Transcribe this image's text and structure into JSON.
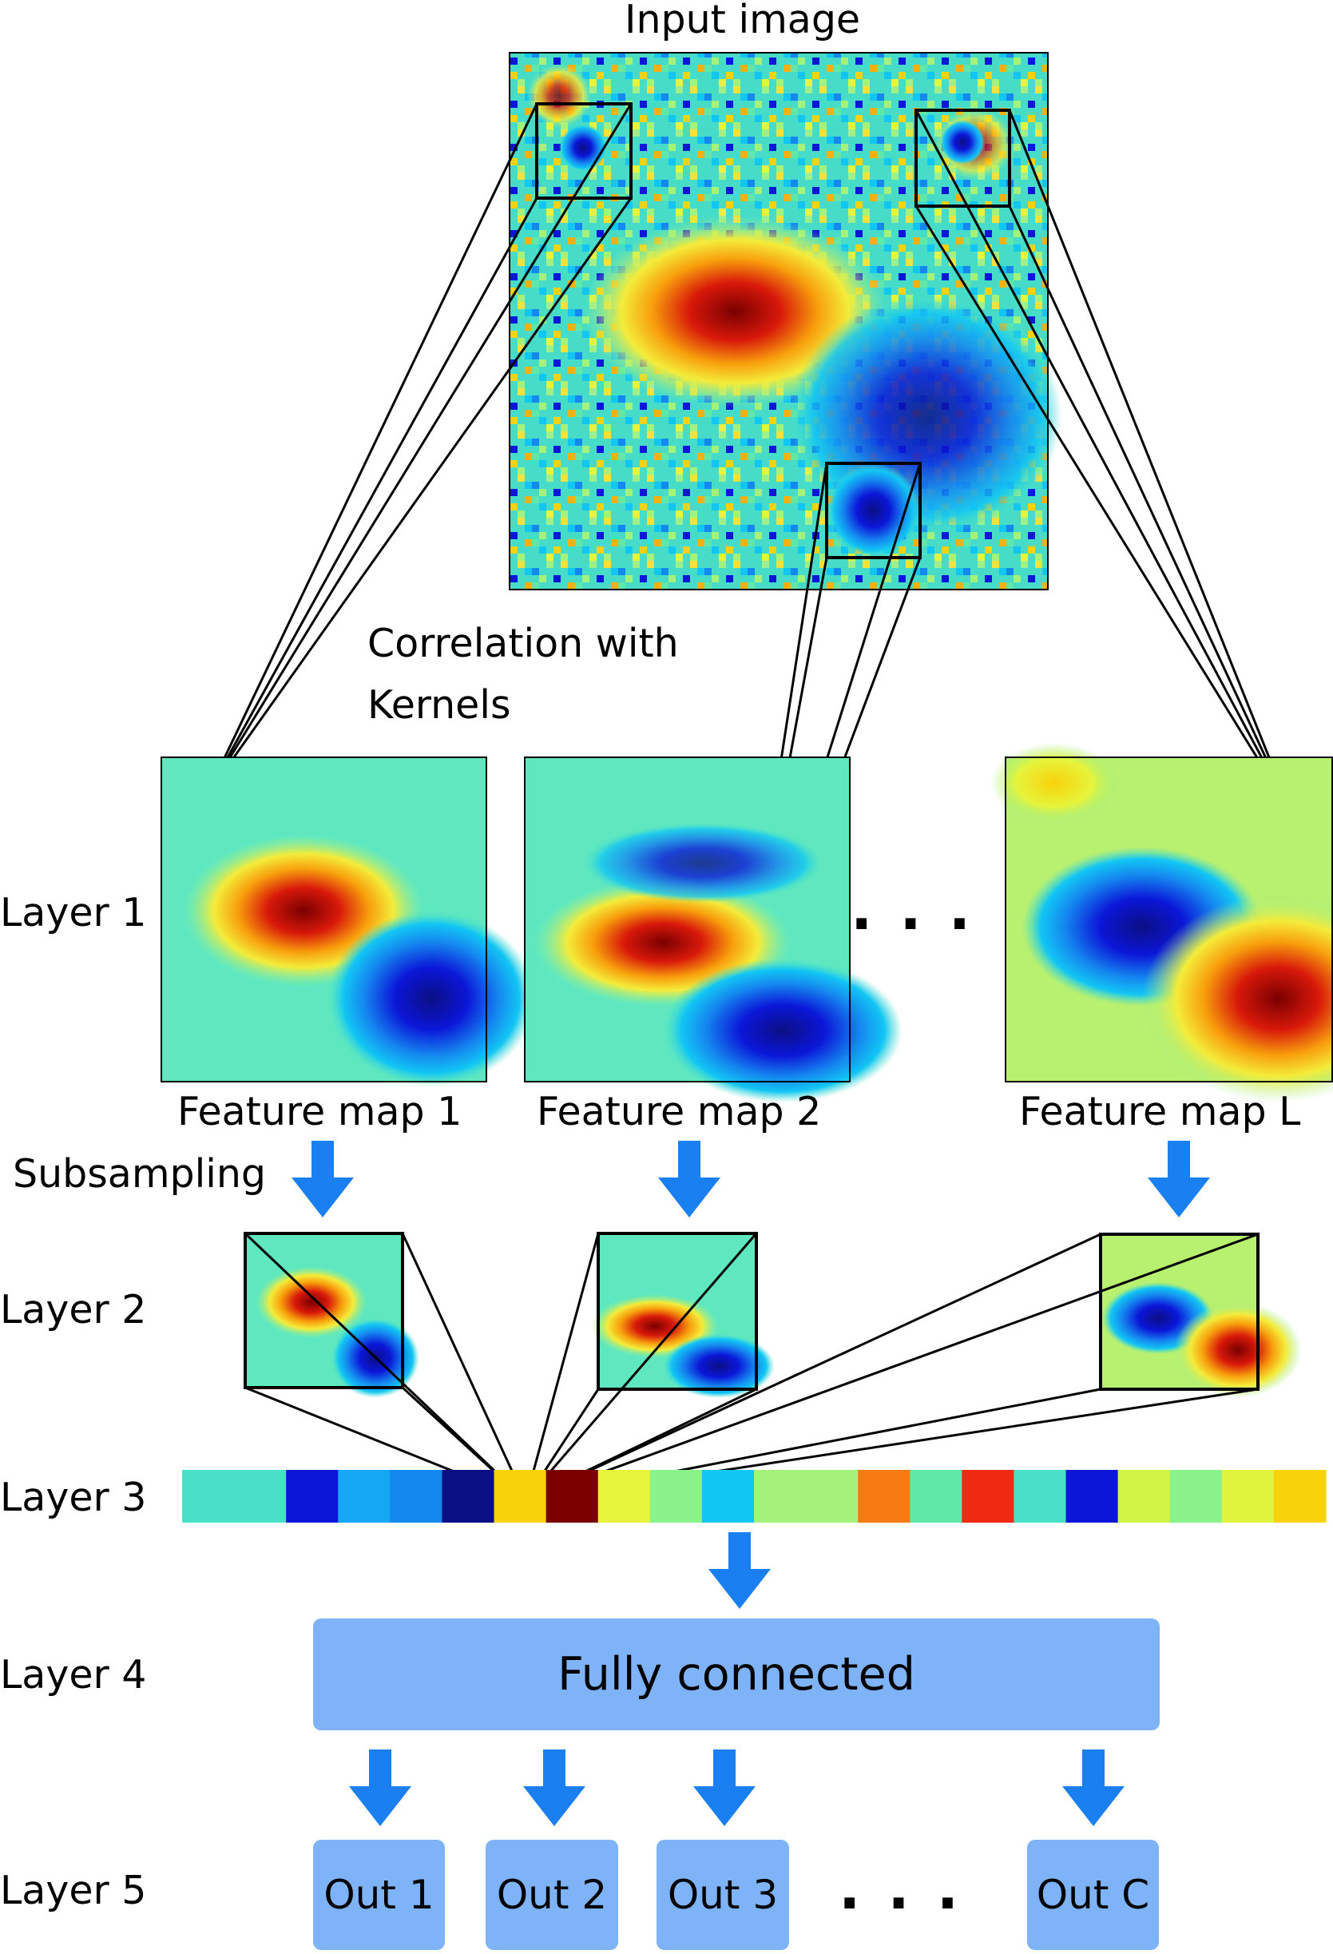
{
  "labels": {
    "input_image": "Input image",
    "correlation_line1": "Correlation with",
    "correlation_line2": "Kernels",
    "subsampling": "Subsampling",
    "feature_map_1": "Feature map 1",
    "feature_map_2": "Feature map 2",
    "feature_map_L": "Feature map L"
  },
  "layers": [
    "Layer 1",
    "Layer 2",
    "Layer 3",
    "Layer 4",
    "Layer 5"
  ],
  "fully_connected": "Fully connected",
  "outputs": [
    "Out 1",
    "Out 2",
    "Out 3",
    "Out C"
  ],
  "ellipsis": "...",
  "colors": {
    "box_fill": "#7fb3f7",
    "arrow": "#1a7ff0",
    "jet_background": "#49e0c8",
    "dark_red": "#7a0000",
    "red": "#ef2a12",
    "yellow": "#f8f23a",
    "cyan": "#14cbf4",
    "blue": "#0b16d8",
    "dark_blue": "#0b0f84"
  },
  "layer3_cells": [
    "#49e0c8",
    "#49e0c8",
    "#0b16d8",
    "#14a7f4",
    "#1588f0",
    "#0b0f84",
    "#f8d20a",
    "#7a0000",
    "#e6f43c",
    "#89f28a",
    "#12c6f4",
    "#a4f27a",
    "#a4f27a",
    "#f57a12",
    "#5fe8a8",
    "#ef2a12",
    "#49e0c8",
    "#0b16d8",
    "#d2f446",
    "#89f28a",
    "#e0f43e",
    "#f8d20a"
  ]
}
